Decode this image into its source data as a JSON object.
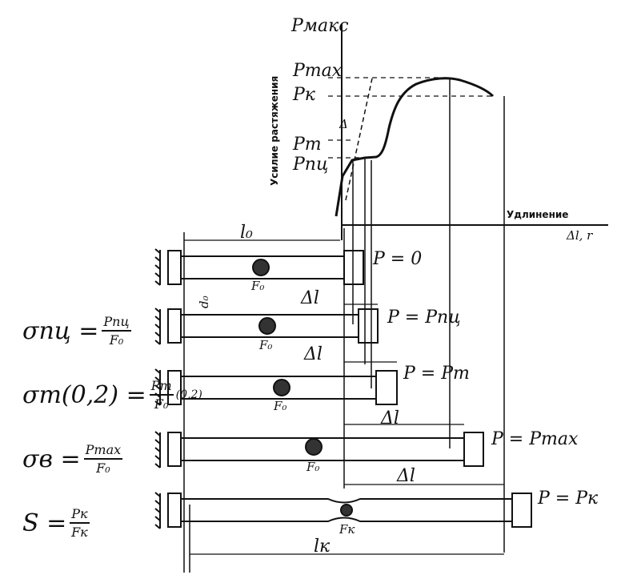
{
  "axis": {
    "y_top_label": "Pмакс",
    "y_axis_title": "Усилие растяжения",
    "x_axis_title": "Удлинение",
    "x_unit": "Δl, r"
  },
  "load_levels": {
    "p_max": "Pmax",
    "p_k": "Pк",
    "p_t": "Pт",
    "p_pc": "Pпц",
    "offset": "Δ"
  },
  "specimens": [
    {
      "load": "P = 0",
      "area": "F₀",
      "dim_length": "l₀",
      "dim_dia": "d₀"
    },
    {
      "load": "P = Pпц",
      "area": "F₀",
      "dim_length": "Δl"
    },
    {
      "load": "P = Pт",
      "area": "F₀",
      "dim_length": "Δl"
    },
    {
      "load": "P = Pmax",
      "area": "F₀",
      "dim_length": "Δl"
    },
    {
      "load": "P = Pк",
      "area": "Fк",
      "dim_length": "Δl",
      "dim_total": "lк"
    }
  ],
  "formulas": [
    {
      "lhs": "σпц =",
      "num": "Pпц",
      "den": "F₀",
      "extra": ""
    },
    {
      "lhs": "σт(0,2) =",
      "num": "Pт",
      "den": "F₀",
      "extra": "(0,2)"
    },
    {
      "lhs": "σв =",
      "num": "Pmax",
      "den": "F₀",
      "extra": ""
    },
    {
      "lhs": "S =",
      "num": "Pк",
      "den": "Fк",
      "extra": ""
    }
  ]
}
